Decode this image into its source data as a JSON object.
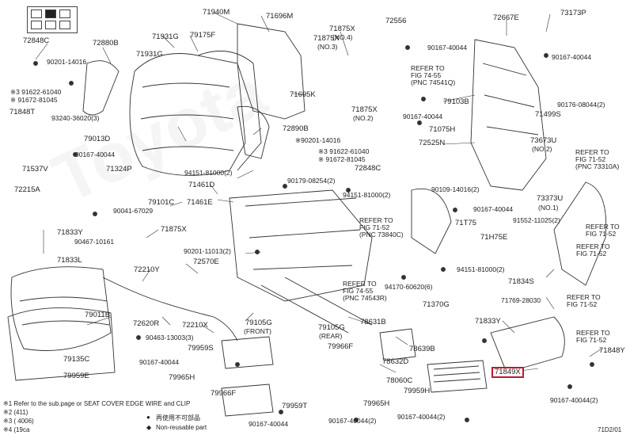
{
  "watermark": "Toyota",
  "labels": {
    "p71940m": "71940M",
    "p71696m": "71696M",
    "p71875x_a": "71875X",
    "p71875x_a_note": "(NO.4)",
    "p72556": "72556",
    "p72667e": "72667E",
    "p73173p": "73173P",
    "p72848c_a": "72848C",
    "p72880b": "72880B",
    "p71931g": "71931G",
    "p79175f": "79175F",
    "p71875x_b": "71875X",
    "p71875x_b_note": "(NO.3)",
    "p90201_14016": "90201-14016",
    "p71931g_b": "71931G",
    "p90167_40044_a": "90167-40044",
    "p90167_40044_b": "90167-40044",
    "p91622": "※3 91622-61040",
    "p91672": "※ 91672-81045",
    "p71695k": "71695K",
    "p71875x_c": "71875X",
    "p71875x_c_note": "(NO.2)",
    "p79103b": "79103B",
    "p71499s": "71499S",
    "p90176": "90176-08044(2)",
    "p71848t": "71848T",
    "p93240": "93240-36020(3)",
    "p72890b": "72890B",
    "p90167_b": "90167-40044",
    "p71075h": "71075H",
    "p79013d": "79013D",
    "p90201_b": "※90201-14016",
    "p91622_b": "※3 91622-61040",
    "p91672_b": "※ 91672-81045",
    "p72525n": "72525N",
    "p73673u": "73673U",
    "p73673u_note": "(NO.2)",
    "p90167_c": "90167-40044",
    "p72848c_b": "72848C",
    "p71537v": "71537V",
    "p71324p": "71324P",
    "p94151_a": "94151-81000(2)",
    "p90179": "90179-08254(2)",
    "p72215a": "72215A",
    "p71461d": "71461D",
    "p94151_b": "94151-81000(2)",
    "p90109": "90109-14016(2)",
    "p73373u": "73373U",
    "p73373u_note": "(NO.1)",
    "p79101c": "79101C",
    "p71461e": "71461E",
    "p90041": "90041-67029",
    "p90167_d": "90167-40044",
    "p71t75": "71T75",
    "p91552": "91552-11025(2)",
    "p71833y_a": "71833Y",
    "p71875x_d": "71875X",
    "p90467": "90467-10161",
    "p71h75e": "71H75E",
    "p90201_c": "90201-11013(2)",
    "p94151_c": "94151-81000(2)",
    "p71833l": "71833L",
    "p72570e": "72570E",
    "p72210y": "72210Y",
    "p71834s": "71834S",
    "p94170": "94170-60620(6)",
    "p71769": "71769-28030",
    "p71370g": "71370G",
    "p79011b": "79011B",
    "p72620r": "72620R",
    "p72210x": "72210X",
    "p79105g_a": "79105G",
    "p79105g_a_note": "(FRONT)",
    "p79105g_b": "79105G",
    "p79105g_b_note": "(REAR)",
    "p78631b": "78631B",
    "p71833y_b": "71833Y",
    "p90463": "90463-13003(3)",
    "p79959s": "79959S",
    "p79966f_a": "79966F",
    "p78639b": "78639B",
    "p71848y": "71848Y",
    "p90167_e": "90167-40044",
    "p79135c": "79135C",
    "p78632d": "78632D",
    "p79965h_a": "79965H",
    "p71849x": "71849X",
    "p79959e": "79959E",
    "p78060c": "78060C",
    "p79959h": "79959H",
    "p90167_f": "90167-40044(2)",
    "p79966f_b": "79966F",
    "p79965h_b": "79965H",
    "p79959t": "79959T",
    "p90167_g": "90167-40044",
    "p90167_h": "90167-40044(2)",
    "p90167_i": "90167-40044(2)"
  },
  "refs": {
    "r74541q": "REFER TO\nFIG 74-55\n(PNC 74541Q)",
    "r73310a": "REFER TO\nFIG 71-52\n(PNC 73310A)",
    "r73840c": "REFER TO\nFIG 71-52\n(PNC 73840C)",
    "r74543r": "REFER TO\nFIG 74-55\n(PNC 74543R)",
    "r_a": "REFER TO\nFIG 71-52",
    "r_b": "REFER TO\nFIG 71-52",
    "r_c": "REFER TO\nFIG 71-52",
    "r_d": "REFER TO\nFIG 71-52"
  },
  "footer": {
    "note1": "※1  Refer to the sub.page or SEAT COVER EDGE WIRE and CLIP",
    "note2": "※2 (411)",
    "note3": "※3 (     4006)",
    "note4": "※4 (19ca",
    "legend1": "再使用不可部品",
    "legend2": "Non-reusable part",
    "figure_id": "71D2/01"
  },
  "highlight_color": "#c0192a"
}
